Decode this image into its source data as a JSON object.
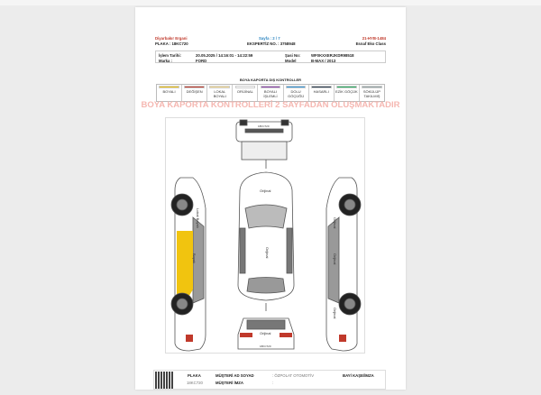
{
  "header": {
    "branch": "Diyarbakır Ergani",
    "plate_line": "PLAKA : 18KC720",
    "page": "Sayfa : 2 / 7",
    "expertise_no": "EKSPERTİZ NO. : 3758948",
    "code": "21-HYB-1484",
    "package": "Esnaf Eko Class"
  },
  "info": {
    "date_label": "İşlem Tarihi:",
    "date_value": "20.05.2025 / 14:16:01 - 14:22:59",
    "brand_label": "Marka :",
    "brand_value": "FORD",
    "chassis_label": "Şasi No:",
    "chassis_value": "WF0KXXERJKDR98518",
    "model_label": "Model",
    "model_value": "B-MAX / 2013"
  },
  "section_title": "BOYA KAPORTA DIŞ KONTROLLER",
  "legend": [
    {
      "label": "BOYALI",
      "color": "#f1c40f"
    },
    {
      "label": "DEĞİŞEN",
      "color": "#c0392b"
    },
    {
      "label": "LOKAL BOYALI",
      "color": "#f7dc8f"
    },
    {
      "label": "ORİJİNAL",
      "color": "#ffffff"
    },
    {
      "label": "BOYALI İŞLEMLİ",
      "color": "#8e44ad"
    },
    {
      "label": "DOLU GÖÇÜĞÜ",
      "color": "#3498db"
    },
    {
      "label": "HASARLI",
      "color": "#2c3e50"
    },
    {
      "label": "EZİK GÖÇÜK",
      "color": "#27ae60"
    },
    {
      "label": "SÖKÜLÜP TAKILMIŞ",
      "color": "#95a5a6"
    }
  ],
  "warning": "BOYA KAPORTA KONTROLLERİ 2 SAYFADAN OLUŞMAKTADIR",
  "diagram": {
    "hood": "Orijinal",
    "roof": "Orijinal",
    "rear": "Orijinal",
    "left_a": "Lokal Boyalı",
    "left_b": "Boyalı",
    "right_a": "Orijinal",
    "right_b": "Orijinal",
    "right_c": "Orijinal",
    "front_plate": "18KC720",
    "rear_plate": "18KC720"
  },
  "footer": {
    "plate_label": "PLAKA",
    "plate_value": "18KC720",
    "customer_label": "MÜŞTERİ AD SOYAD",
    "customer_value": ": ÖZPOLAT OTOMOTİV",
    "sign_label": "MÜŞTERİ İMZA",
    "sign_value": ":",
    "dealer_label": "BAYİ KAŞE/İMZA"
  }
}
